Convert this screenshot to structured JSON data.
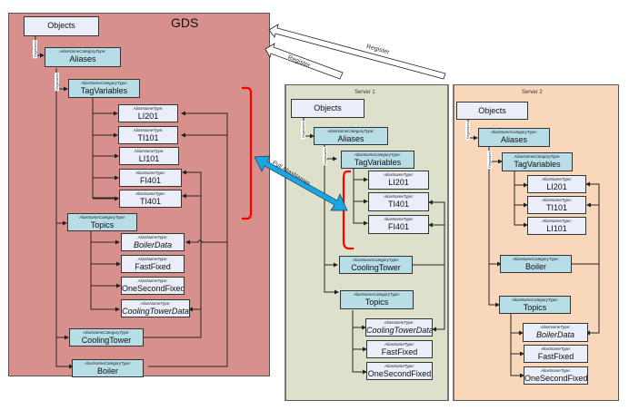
{
  "gds": {
    "title": "GDS",
    "nodes": {
      "objects": {
        "label": "Objects"
      },
      "aliases": {
        "sub": "AliasNameCategoryType:",
        "label": "Aliases"
      },
      "tagvariables": {
        "sub": "AliasNameCategoryType:",
        "label": "TagVariables"
      },
      "li201": {
        "sub": "AliasNameType:",
        "label": "LI201"
      },
      "ti101": {
        "sub": "AliasNameType:",
        "label": "TI101"
      },
      "li101": {
        "sub": "AliasNameType:",
        "label": "LI101"
      },
      "fi401": {
        "sub": "AliasNameType:",
        "label": "FI401"
      },
      "ti401": {
        "sub": "AliasNameType:",
        "label": "TI401"
      },
      "topics": {
        "sub": "AliasNameCategoryType:",
        "label": "Topics"
      },
      "boilerdata": {
        "sub": "AliasNameType:",
        "label": "BoilerData"
      },
      "fastfixed": {
        "sub": "AliasNameType:",
        "label": "FastFixed"
      },
      "onesecondfixed": {
        "sub": "AliasNameType:",
        "label": "OneSecondFixed"
      },
      "coolingtowerdata": {
        "sub": "AliasNameType:",
        "label": "CoolingTowerData"
      },
      "coolingtower": {
        "sub": "AliasNameCategoryType:",
        "label": "CoolingTower"
      },
      "boiler": {
        "sub": "AliasNameCategoryType:",
        "label": "Boiler"
      }
    }
  },
  "server1": {
    "title": "Server 1",
    "nodes": {
      "objects": {
        "label": "Objects"
      },
      "aliases": {
        "sub": "AliasNameCategoryType:",
        "label": "Aliases"
      },
      "tagvariables": {
        "sub": "AliasNameCategoryType:",
        "label": "TagVariables"
      },
      "li201": {
        "sub": "AliasNameType:",
        "label": "LI201"
      },
      "ti401": {
        "sub": "AliasNameType:",
        "label": "TI401"
      },
      "fi401": {
        "sub": "AliasNameType:",
        "label": "FI401"
      },
      "coolingtower": {
        "sub": "AliasNameCategoryType:",
        "label": "CoolingTower"
      },
      "topics": {
        "sub": "AliasNameCategoryType:",
        "label": "Topics"
      },
      "coolingtowerdata": {
        "sub": "AliasNameType:",
        "label": "CoolingTowerData"
      },
      "fastfixed": {
        "sub": "AliasNameType:",
        "label": "FastFixed"
      },
      "onesecondfixed": {
        "sub": "AliasNameType:",
        "label": "OneSecondFixed"
      }
    }
  },
  "server2": {
    "title": "Server 2",
    "nodes": {
      "objects": {
        "label": "Objects"
      },
      "aliases": {
        "sub": "AliasNameCategoryType:",
        "label": "Aliases"
      },
      "tagvariables": {
        "sub": "AliasNameCategoryType:",
        "label": "TagVariables"
      },
      "li201": {
        "sub": "AliasNameType:",
        "label": "LI201"
      },
      "ti101": {
        "sub": "AliasNameType:",
        "label": "TI101"
      },
      "li101": {
        "sub": "AliasNameType:",
        "label": "LI101"
      },
      "boiler": {
        "sub": "AliasNameCategoryType:",
        "label": "Boiler"
      },
      "topics": {
        "sub": "AliasNameCategoryType:",
        "label": "Topics"
      },
      "boilerdata": {
        "sub": "AliasNameType:",
        "label": "BoilerData"
      },
      "fastfixed": {
        "sub": "AliasNameType:",
        "label": "FastFixed"
      },
      "onesecondfixed": {
        "sub": "AliasNameType:",
        "label": "OneSecondFixed"
      }
    }
  },
  "relations": {
    "organizes": "Organizes",
    "register_1": "Register",
    "register_2": "Register",
    "pull": "Pull AliasNames"
  },
  "colors": {
    "gds_bg": "#d8908c",
    "server1_bg": "#dde0cb",
    "server2_bg": "#f8d7bb",
    "category_node": "#b7dde7",
    "type_node": "#e9eef8",
    "bracket": "#ff0000",
    "pull_arrow": "#1aa6e0"
  }
}
